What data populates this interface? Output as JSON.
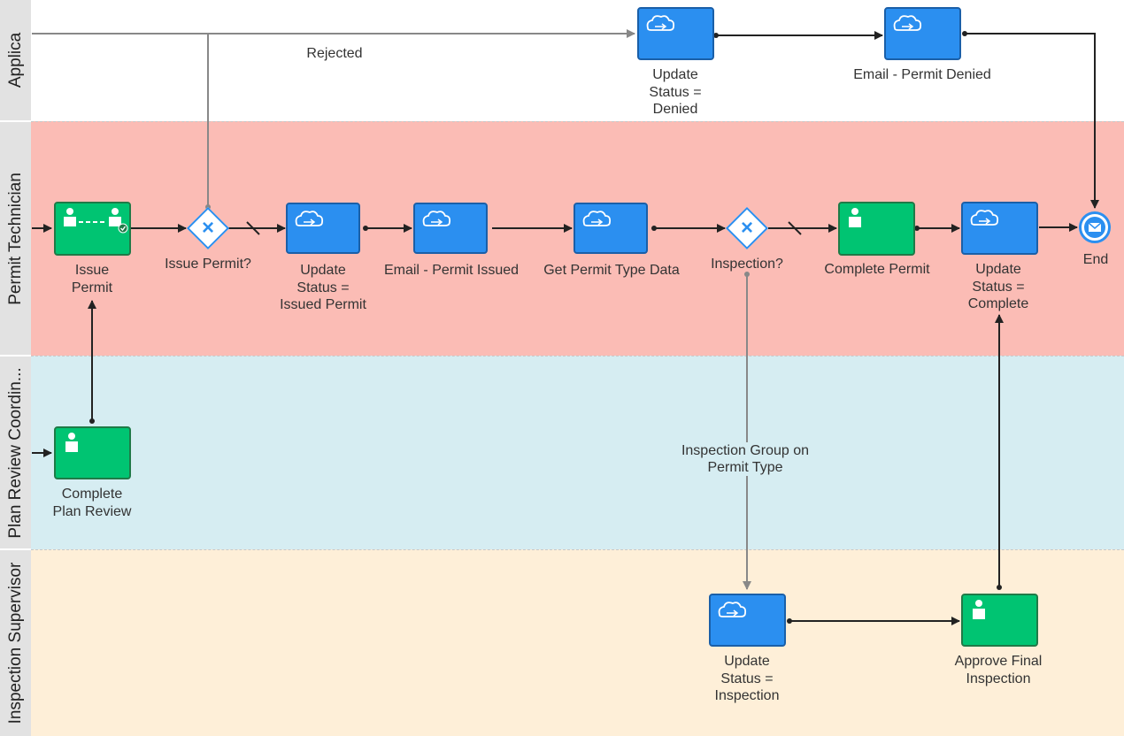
{
  "lanes": {
    "applicant": "Applica",
    "permit_technician": "Permit Technician",
    "plan_review": "Plan Review Coordin...",
    "inspection_supervisor": "Inspection Supervisor"
  },
  "colors": {
    "permit_lane": "#fbbcb5",
    "plan_lane": "#d6edf2",
    "inspection_lane": "#feefd8",
    "service_task": "#2b8ff0",
    "user_task": "#00c472"
  },
  "nodes": {
    "issue_permit": "Issue\nPermit",
    "issue_permit_gateway": "Issue Permit?",
    "update_status_issued": "Update\nStatus =\nIssued Permit",
    "email_issued": "Email - Permit Issued",
    "get_permit_type": "Get Permit Type Data",
    "inspection_gateway": "Inspection?",
    "complete_permit": "Complete Permit",
    "update_status_complete": "Update\nStatus =\nComplete",
    "end": "End",
    "update_status_denied": "Update\nStatus =\nDenied",
    "email_denied": "Email - Permit Denied",
    "complete_plan_review": "Complete\nPlan Review",
    "update_status_inspection": "Update\nStatus =\nInspection",
    "approve_final_inspection": "Approve Final\nInspection"
  },
  "flow_labels": {
    "rejected": "Rejected",
    "inspection_group": "Inspection Group on\nPermit Type"
  }
}
